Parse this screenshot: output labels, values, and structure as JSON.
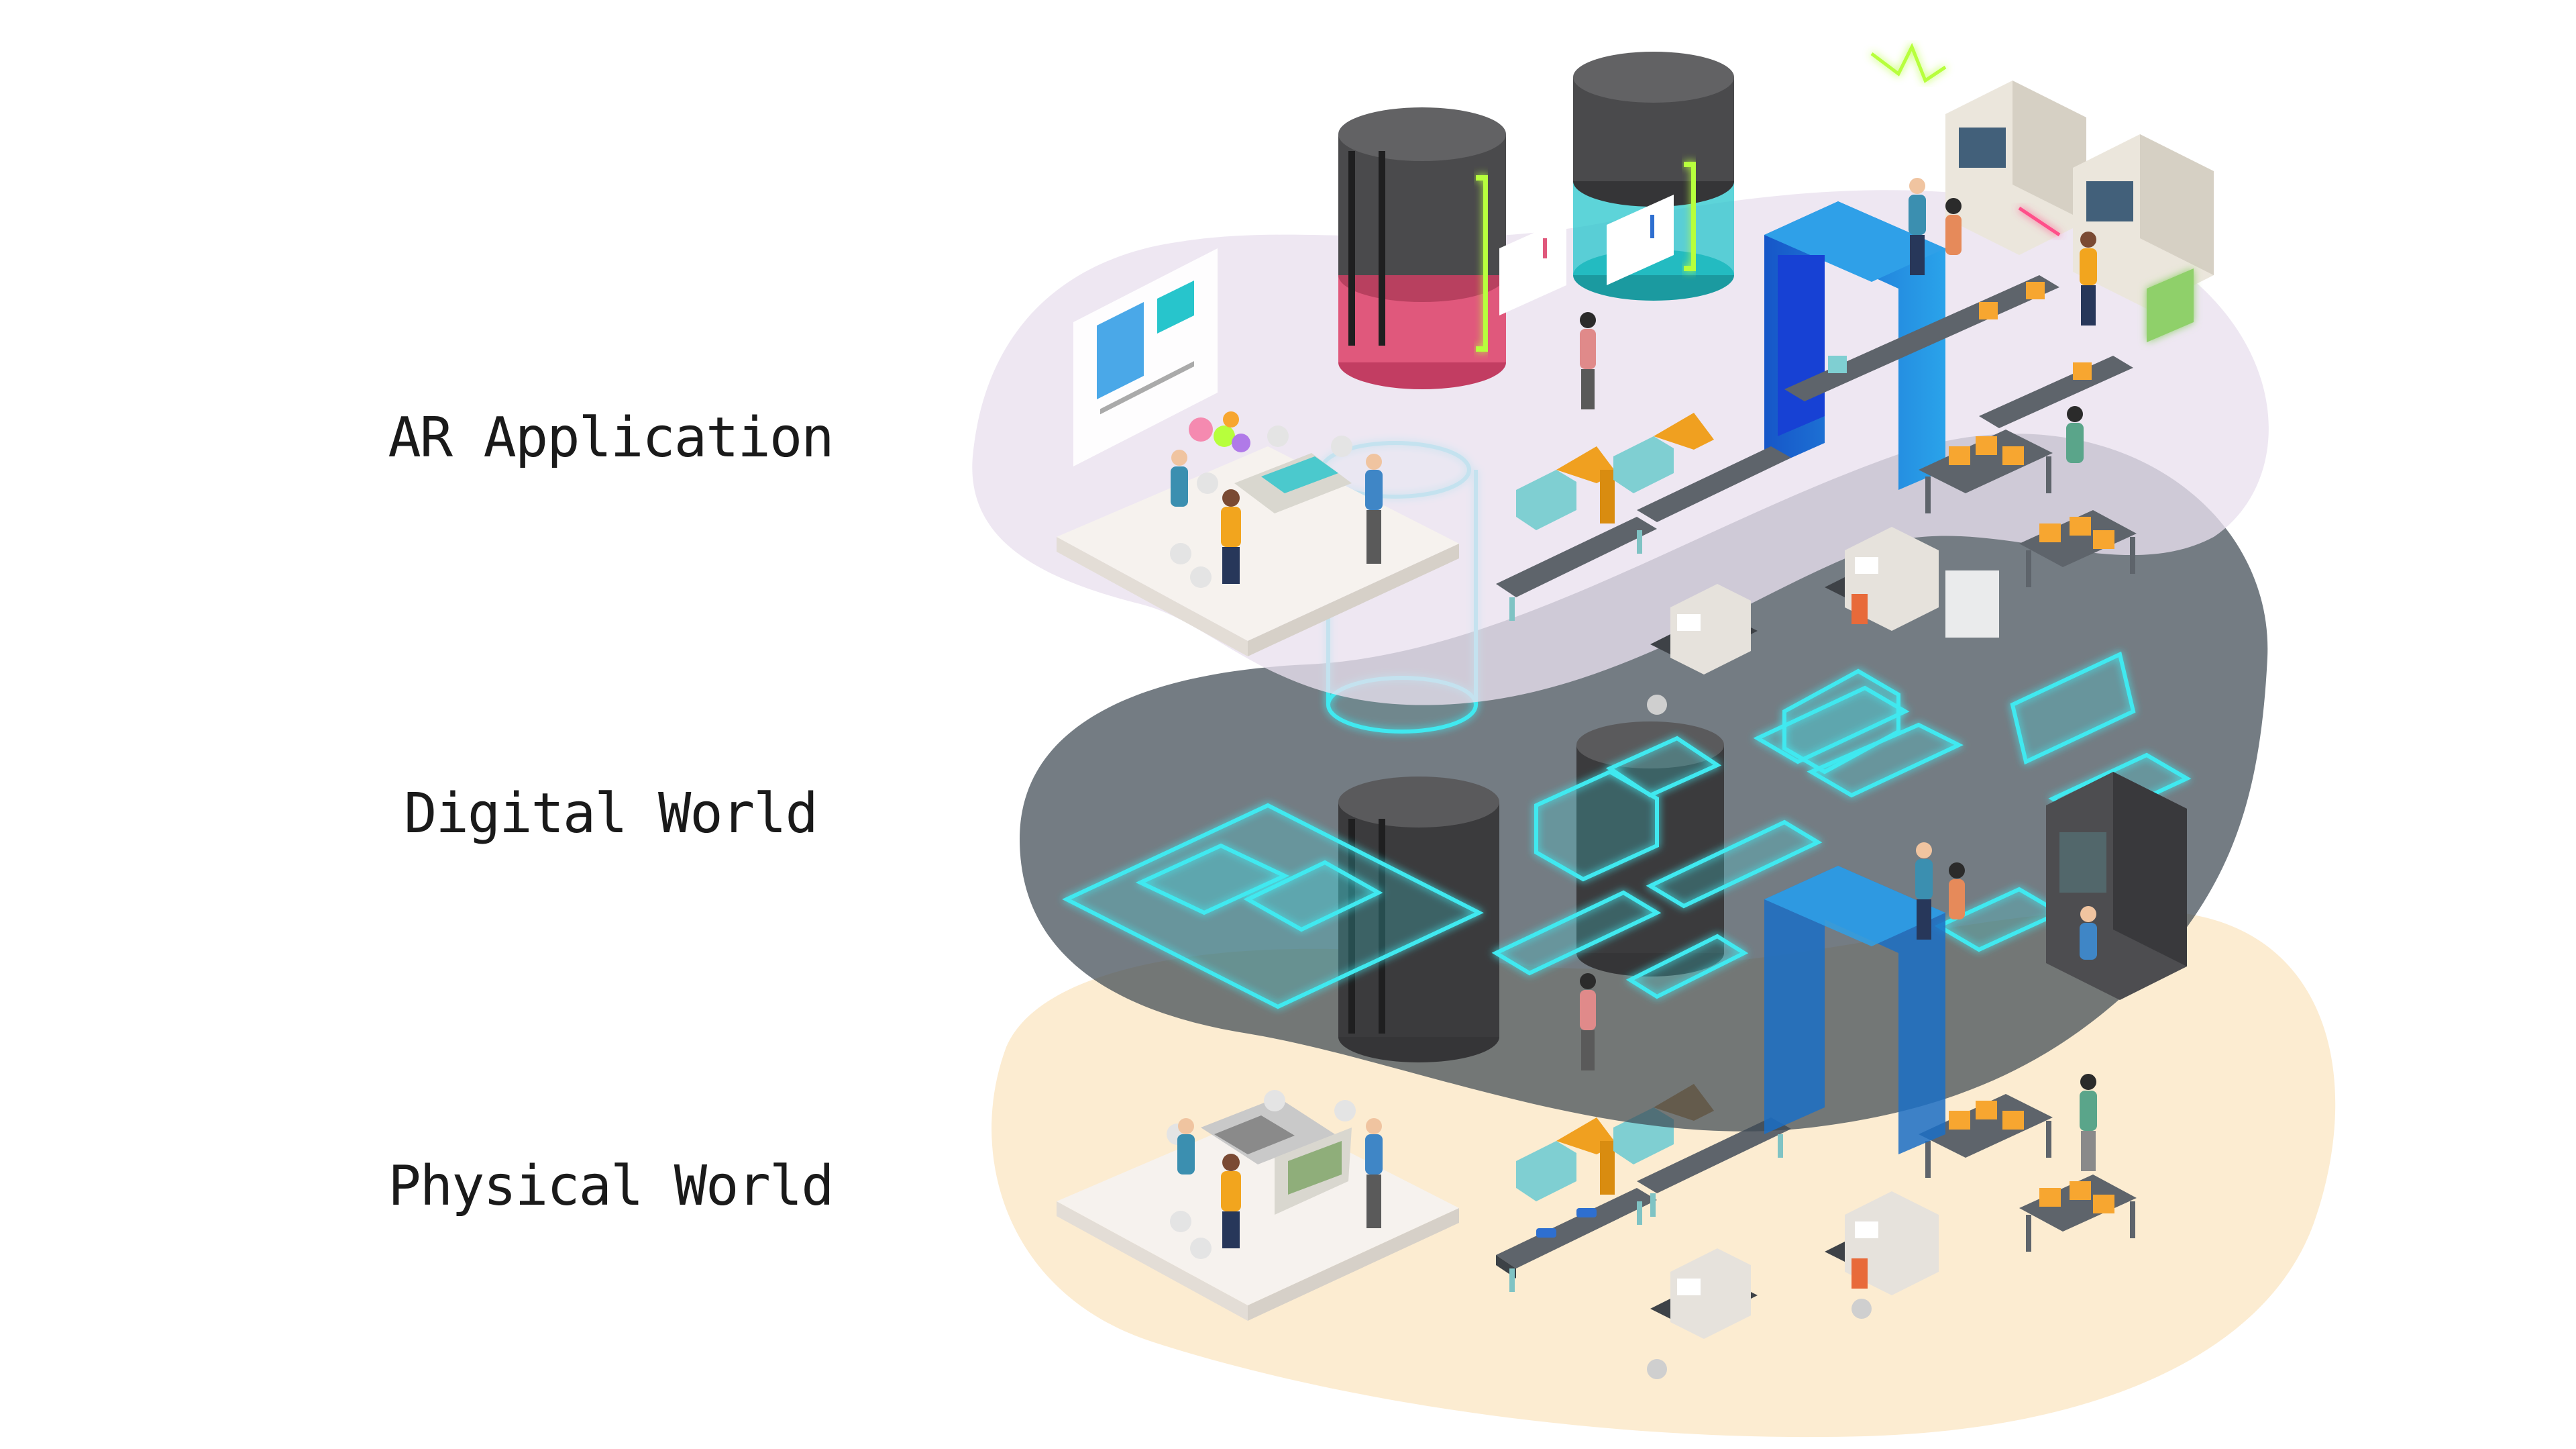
{
  "layers": {
    "ar": {
      "label": "AR Application",
      "color": "#e9e0ee"
    },
    "digital": {
      "label": "Digital World",
      "color": "#3f4953"
    },
    "physical": {
      "label": "Physical World",
      "color": "#fcecd1"
    }
  },
  "colors": {
    "hologram": "#3fe9f0",
    "database_dark": "#4a4a4c",
    "database_pink": "#e0587c",
    "database_teal": "#27c5cc",
    "indicator_green": "#b7ff3c",
    "gate_blue": "#1f86d8",
    "robot_orange": "#f0a020",
    "crate_orange": "#f7a630",
    "console_grey": "#e6e2dc",
    "conveyor_grey": "#5e646b"
  },
  "icons": [
    "database-icon",
    "robot-arm-icon",
    "conveyor-belt-icon",
    "scanner-gate-icon",
    "control-console-icon",
    "server-rack-icon",
    "meeting-table-icon",
    "worker-figure-icon",
    "gear-icon"
  ]
}
